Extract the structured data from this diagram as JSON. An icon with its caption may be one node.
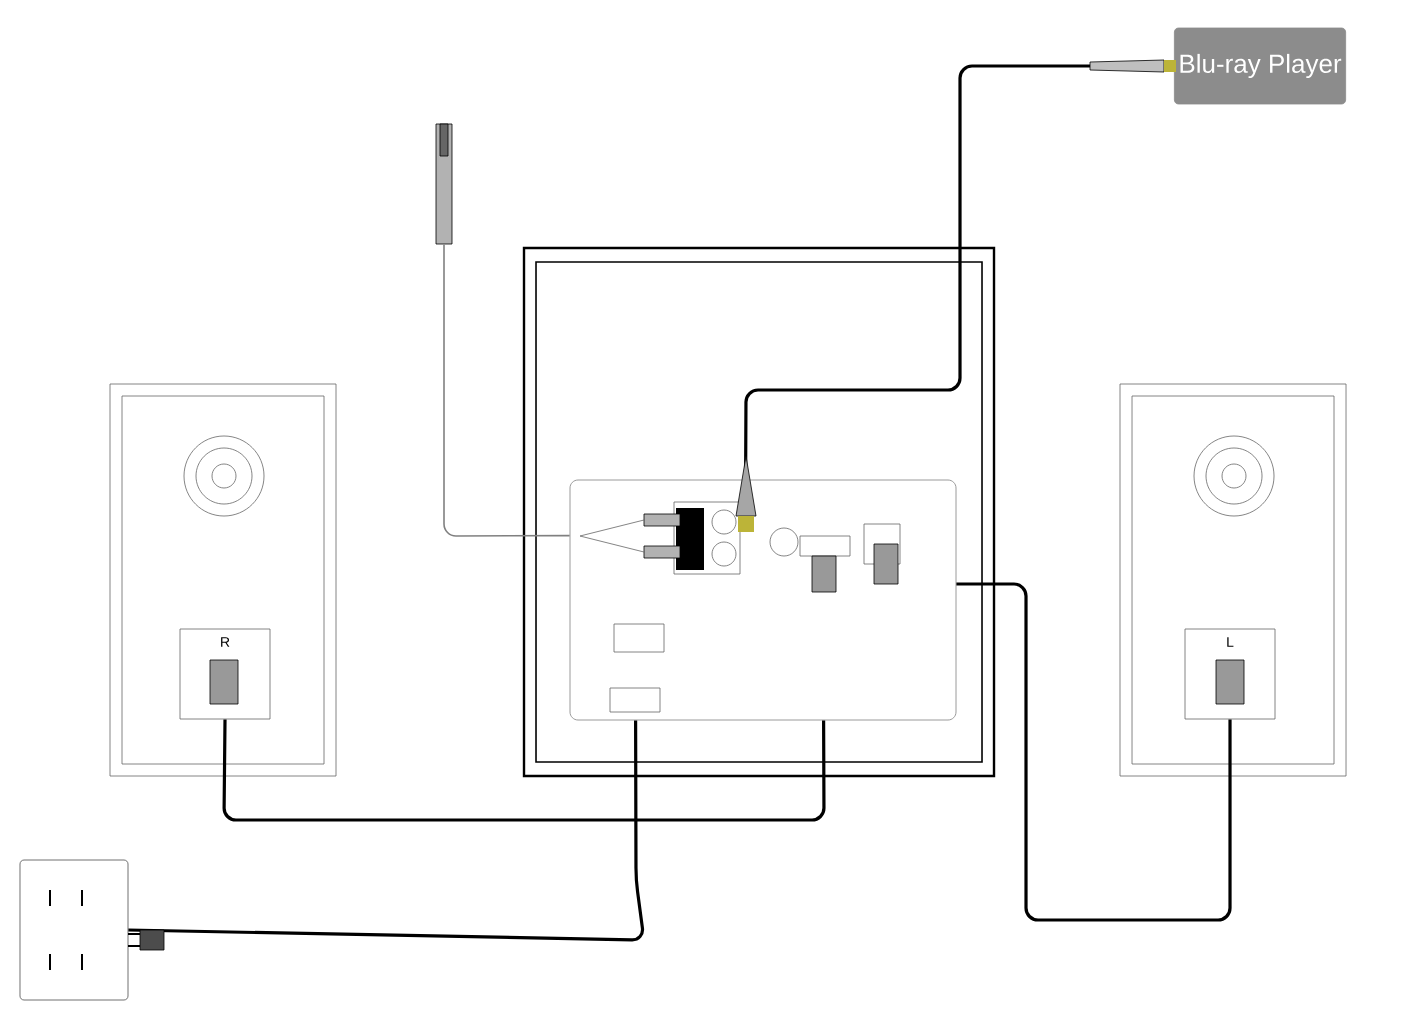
{
  "diagram": {
    "nodes": [
      {
        "text": [
          "Blu-ray Player"
        ]
      },
      {
        "text": [],
        "shape": "box"
      },
      {
        "text": [],
        "shape": "box",
        "in": 1
      },
      {
        "text": [
          "R"
        ]
      },
      {
        "text": [
          "L"
        ]
      },
      {
        "text": [],
        "shape": "outlet"
      },
      {
        "text": [],
        "shape": "plug"
      }
    ],
    "edges": [
      {
        "from": 0,
        "to": 2,
        "arrow": "none"
      },
      {
        "from": 6,
        "to": 2,
        "arrow": "none",
        "color": "#808080"
      },
      {
        "from": 2,
        "to": 3,
        "arrow": "none"
      },
      {
        "from": 2,
        "to": 4,
        "arrow": "none"
      },
      {
        "from": 2,
        "to": 5,
        "arrow": "none"
      }
    ]
  }
}
